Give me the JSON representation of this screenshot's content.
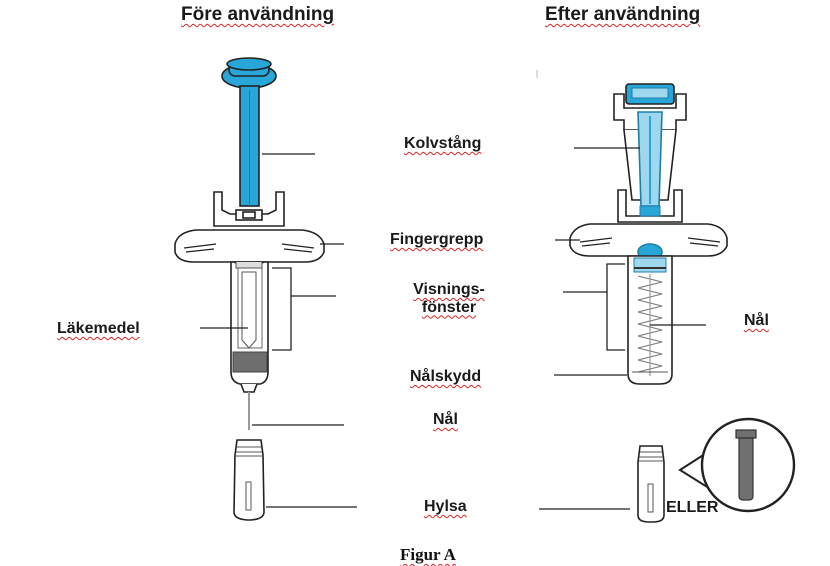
{
  "headings": {
    "before": "Före användning",
    "after": "Efter användning"
  },
  "labels": {
    "plunger_rod": "Kolvstång",
    "finger_grip": "Fingergrepp",
    "viewing_window_line1": "Visnings-",
    "viewing_window_line2": "fönster",
    "medicine": "Läkemedel",
    "needle_guard": "Nålskydd",
    "needle_center": "Nål",
    "needle_right": "Nål",
    "cap": "Hylsa",
    "or": "ELLER"
  },
  "caption": "Figur A",
  "colors": {
    "plunger_blue": "#29a6d8",
    "plunger_light": "#9fd7ee",
    "outline": "#222222",
    "medicine_gray": "#6e6e6e",
    "cap_gray": "#707070",
    "squiggle_red": "#d62828"
  }
}
